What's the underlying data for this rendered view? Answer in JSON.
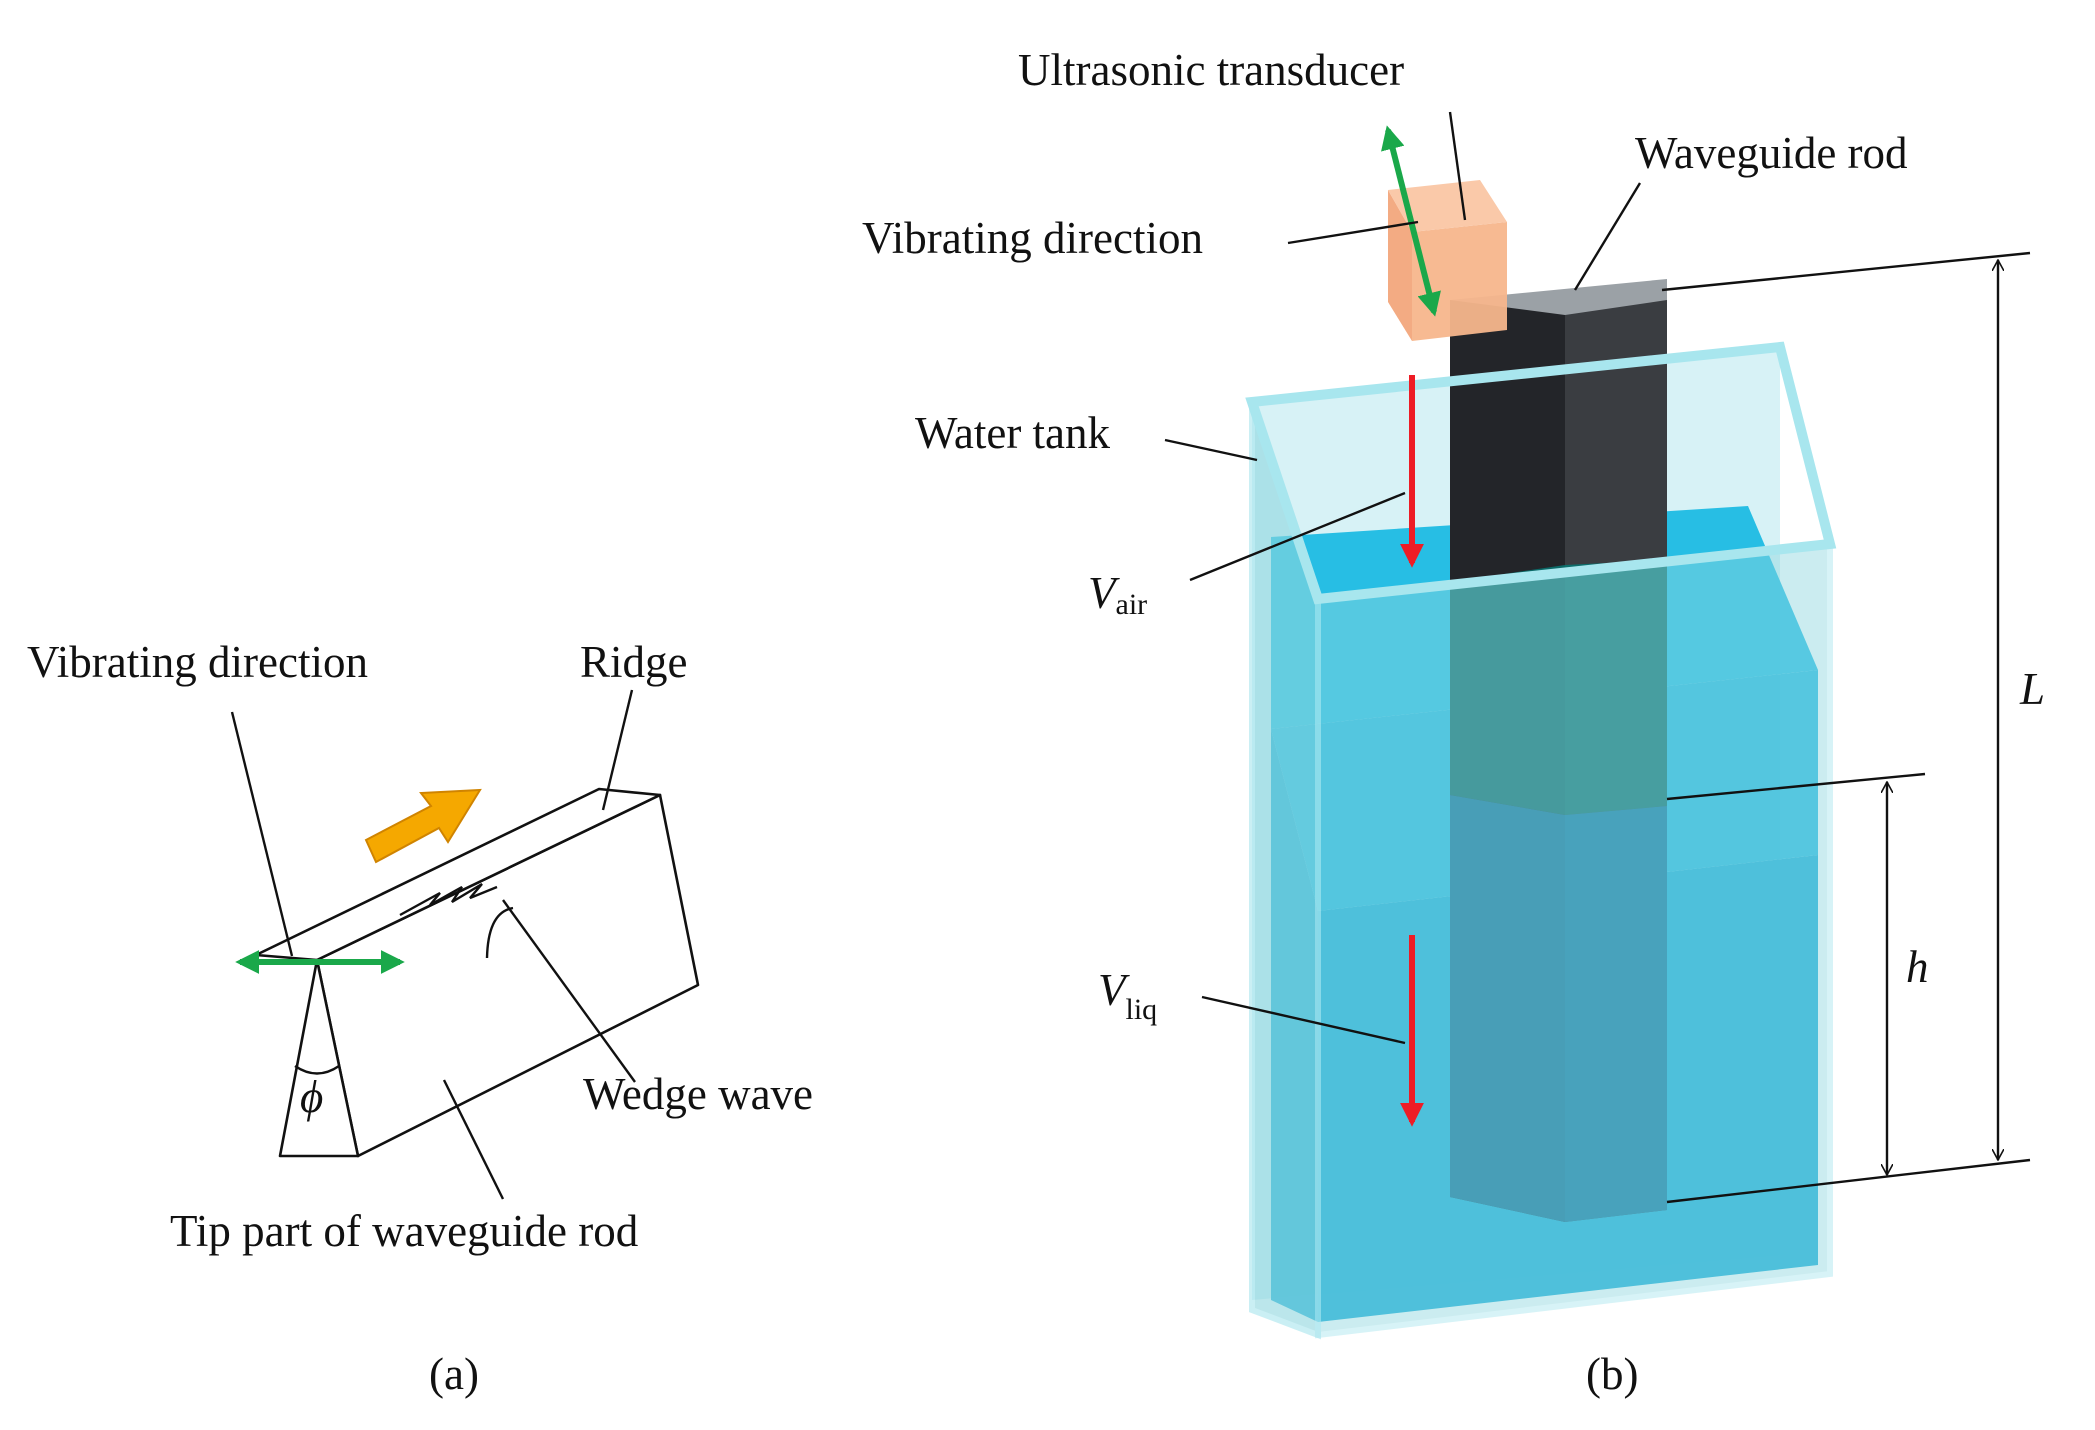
{
  "panel_a": {
    "label_vibrating": "Vibrating direction",
    "label_ridge": "Ridge",
    "label_wedge_wave": "Wedge wave",
    "label_tip": "Tip part of waveguide rod",
    "symbol_phi": "ϕ",
    "caption": "(a)"
  },
  "panel_b": {
    "label_transducer": "Ultrasonic transducer",
    "label_waveguide": "Waveguide rod",
    "label_vibrating": "Vibrating direction",
    "label_tank": "Water tank",
    "v_air_main": "V",
    "v_air_sub": "air",
    "v_liq_main": "V",
    "v_liq_sub": "liq",
    "symbol_L": "L",
    "symbol_h": "h",
    "caption": "(b)"
  },
  "colors": {
    "green_arrow": "#1aa84a",
    "red_arrow": "#ee1c25",
    "orange_arrow": "#f5a800",
    "transducer": "#f7b68c",
    "rod_dark": "#2c2f33",
    "tank_glass": "#9fdfe6",
    "water": "#13b4dd"
  }
}
